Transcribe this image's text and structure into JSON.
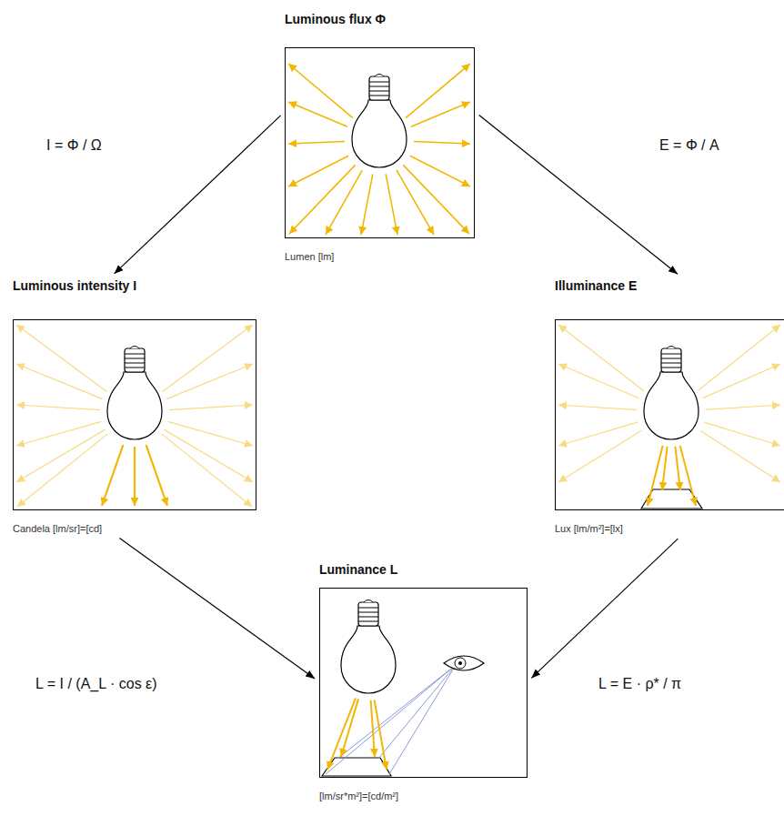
{
  "diagram": {
    "nodes": [
      {
        "text": [
          "Luminous flux Φ",
          "Lumen [lm]"
        ]
      },
      {
        "text": [
          "Luminous intensity I",
          "Candela [lm/sr]=[cd]"
        ]
      },
      {
        "text": [
          "Illuminance E",
          "Lux [lm/m²]=[lx]"
        ]
      },
      {
        "text": [
          "Luminance L",
          "[lm/sr*m²]=[cd/m²]"
        ]
      }
    ],
    "edges": [
      {
        "from": 0,
        "to": 1,
        "label": "I = Φ / Ω",
        "arrow": "to"
      },
      {
        "from": 0,
        "to": 2,
        "label": "E = Φ / A",
        "arrow": "to"
      },
      {
        "from": 1,
        "to": 3,
        "label": "L = I / (A_L · cos ε)",
        "arrow": "to"
      },
      {
        "from": 2,
        "to": 3,
        "label": "L = E · ρ* / π",
        "arrow": "to"
      }
    ]
  }
}
